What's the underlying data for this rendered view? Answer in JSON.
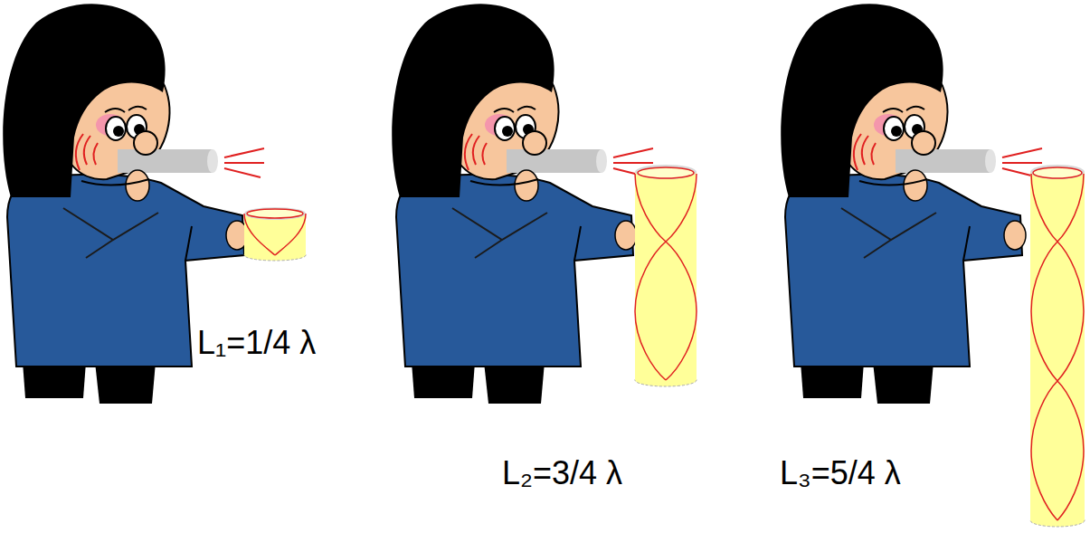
{
  "diagram": {
    "labels": [
      "L₁=1/4 λ",
      "L₂=3/4 λ",
      "L₃=5/4 λ"
    ]
  }
}
